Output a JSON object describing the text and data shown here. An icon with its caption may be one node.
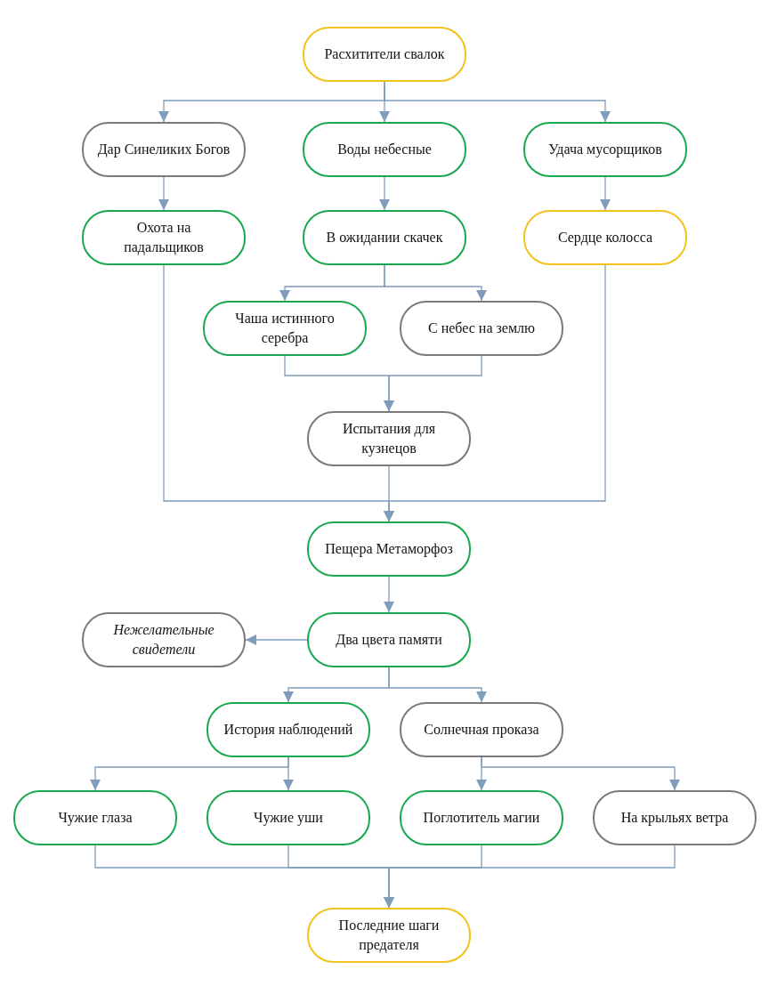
{
  "diagram": {
    "nodes": [
      {
        "text": [
          "Расхитители свалок"
        ]
      },
      {
        "text": [
          "Дар Синеликих Богов"
        ]
      },
      {
        "text": [
          "Воды небесные"
        ]
      },
      {
        "text": [
          "Удача мусорщиков"
        ]
      },
      {
        "text": [
          "Охота на падальщиков"
        ]
      },
      {
        "text": [
          "В ожидании скачек"
        ]
      },
      {
        "text": [
          "Сердце колосса"
        ]
      },
      {
        "text": [
          "Чаша истинного серебра"
        ]
      },
      {
        "text": [
          "С небес на землю"
        ]
      },
      {
        "text": [
          "Испытания для кузнецов"
        ]
      },
      {
        "text": [
          "Пещера Метаморфоз"
        ]
      },
      {
        "text": [
          "Нежелательные свидетели"
        ]
      },
      {
        "text": [
          "Два цвета памяти"
        ]
      },
      {
        "text": [
          "История наблюдений"
        ]
      },
      {
        "text": [
          "Солнечная проказа"
        ]
      },
      {
        "text": [
          "Чужие глаза"
        ]
      },
      {
        "text": [
          "Чужие уши"
        ]
      },
      {
        "text": [
          "Поглотитель магии"
        ]
      },
      {
        "text": [
          "На крыльях ветра"
        ]
      },
      {
        "text": [
          "Последние шаги предателя"
        ]
      }
    ],
    "edges": [
      {
        "from": 0,
        "to": 1,
        "arrow": "to"
      },
      {
        "from": 0,
        "to": 2,
        "arrow": "to"
      },
      {
        "from": 0,
        "to": 3,
        "arrow": "to"
      },
      {
        "from": 1,
        "to": 4,
        "arrow": "to"
      },
      {
        "from": 2,
        "to": 5,
        "arrow": "to"
      },
      {
        "from": 3,
        "to": 6,
        "arrow": "to"
      },
      {
        "from": 5,
        "to": 7,
        "arrow": "to"
      },
      {
        "from": 5,
        "to": 8,
        "arrow": "to"
      },
      {
        "from": 7,
        "to": 9,
        "arrow": "to"
      },
      {
        "from": 8,
        "to": 9,
        "arrow": "to"
      },
      {
        "from": 4,
        "to": 10,
        "arrow": "to"
      },
      {
        "from": 9,
        "to": 10,
        "arrow": "to"
      },
      {
        "from": 6,
        "to": 10,
        "arrow": "to"
      },
      {
        "from": 10,
        "to": 12,
        "arrow": "to"
      },
      {
        "from": 12,
        "to": 11,
        "arrow": "to"
      },
      {
        "from": 12,
        "to": 13,
        "arrow": "to"
      },
      {
        "from": 12,
        "to": 14,
        "arrow": "to"
      },
      {
        "from": 13,
        "to": 15,
        "arrow": "to"
      },
      {
        "from": 13,
        "to": 16,
        "arrow": "to"
      },
      {
        "from": 14,
        "to": 17,
        "arrow": "to"
      },
      {
        "from": 14,
        "to": 18,
        "arrow": "to"
      },
      {
        "from": 15,
        "to": 19,
        "arrow": "to"
      },
      {
        "from": 16,
        "to": 19,
        "arrow": "to"
      },
      {
        "from": 17,
        "to": 19,
        "arrow": "to"
      },
      {
        "from": 18,
        "to": 19,
        "arrow": "to"
      }
    ]
  }
}
